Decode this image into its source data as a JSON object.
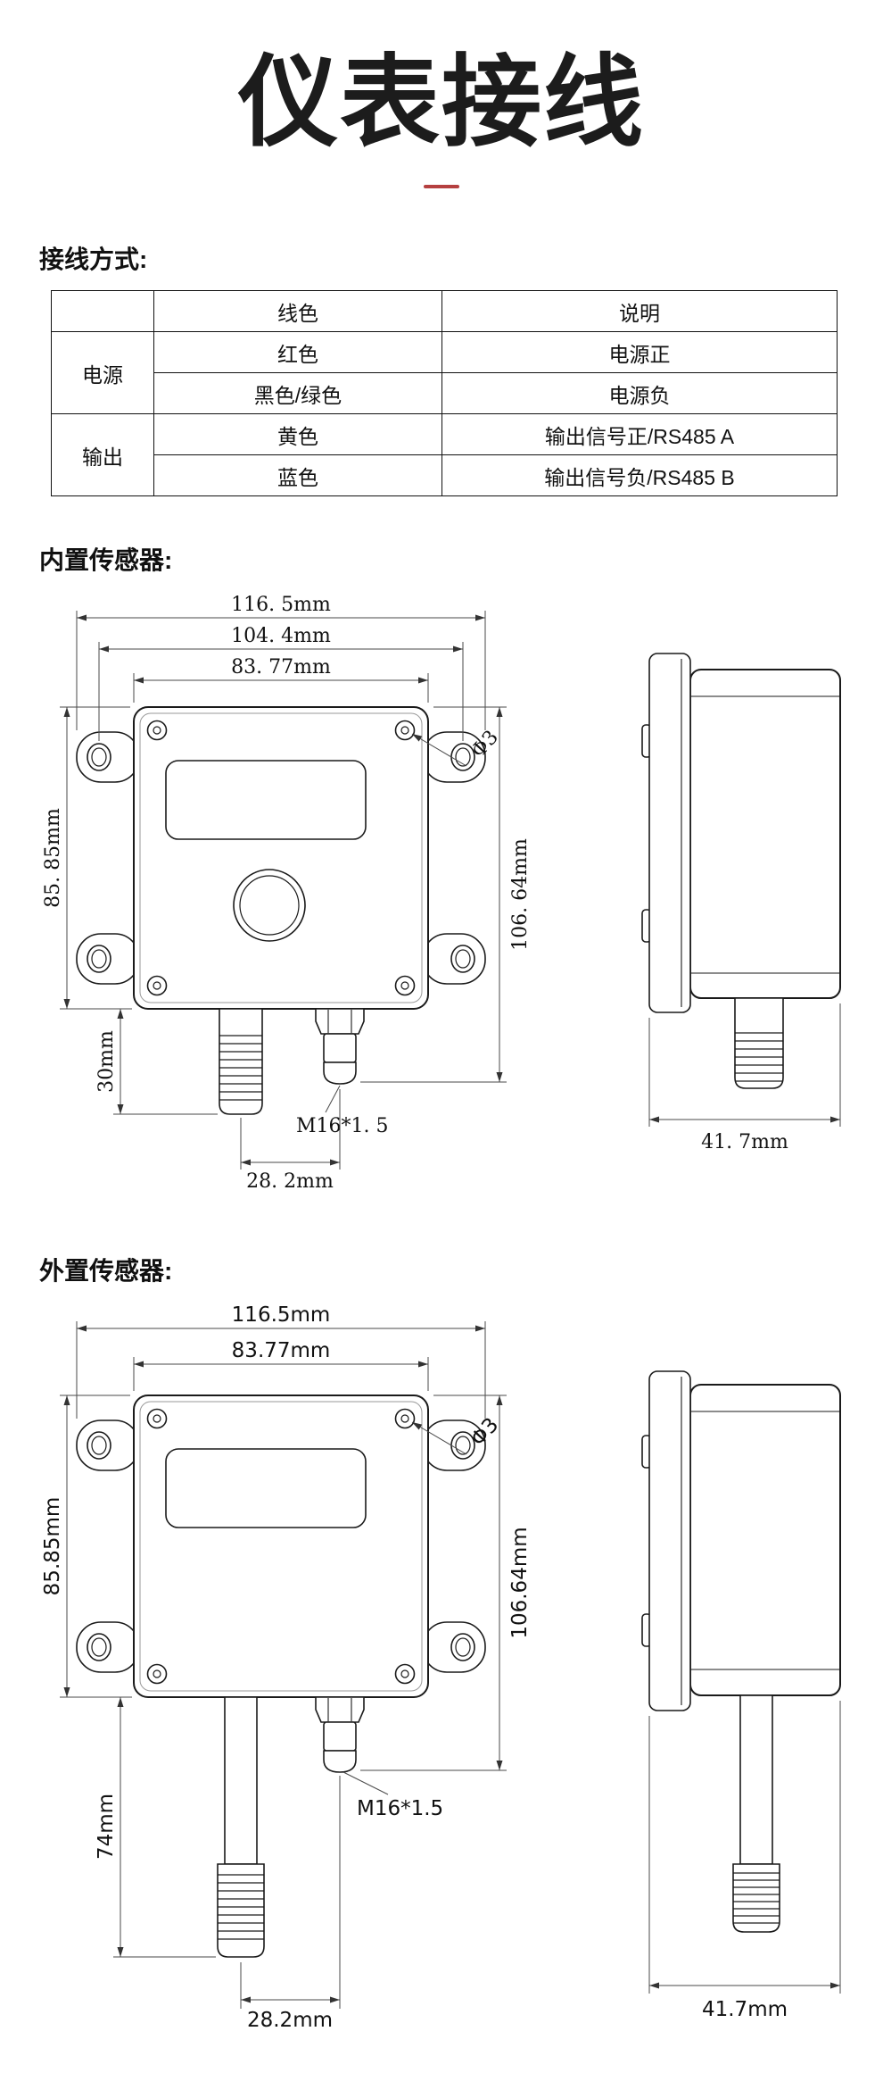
{
  "header": {
    "title": "仪表接线"
  },
  "sections": {
    "wiring_label": "接线方式:",
    "builtin_label": "内置传感器:",
    "external_label": "外置传感器:"
  },
  "table": {
    "headers": {
      "color": "线色",
      "desc": "说明"
    },
    "groups": [
      {
        "name": "电源",
        "rows": [
          {
            "color": "红色",
            "desc": "电源正"
          },
          {
            "color": "黑色/绿色",
            "desc": "电源负"
          }
        ]
      },
      {
        "name": "输出",
        "rows": [
          {
            "color": "黄色",
            "desc": "输出信号正/RS485 A"
          },
          {
            "color": "蓝色",
            "desc": "输出信号负/RS485 B"
          }
        ]
      }
    ]
  },
  "builtin": {
    "dims": {
      "width_outer": "116. 5mm",
      "width_holes": "104. 4mm",
      "width_body": "83. 77mm",
      "height_body": "85. 85mm",
      "height_total": "106. 64mm",
      "hole_dia": "Φ3",
      "probe_len": "30mm",
      "gland": "M16*1. 5",
      "probe_offset": "28. 2mm",
      "side_width": "41. 7mm"
    }
  },
  "external": {
    "dims": {
      "width_outer": "116.5mm",
      "width_body": "83.77mm",
      "height_body": "85.85mm",
      "height_total": "106.64mm",
      "hole_dia": "Φ3",
      "probe_len": "74mm",
      "gland": "M16*1.5",
      "probe_offset": "28.2mm",
      "side_width": "41.7mm"
    }
  }
}
